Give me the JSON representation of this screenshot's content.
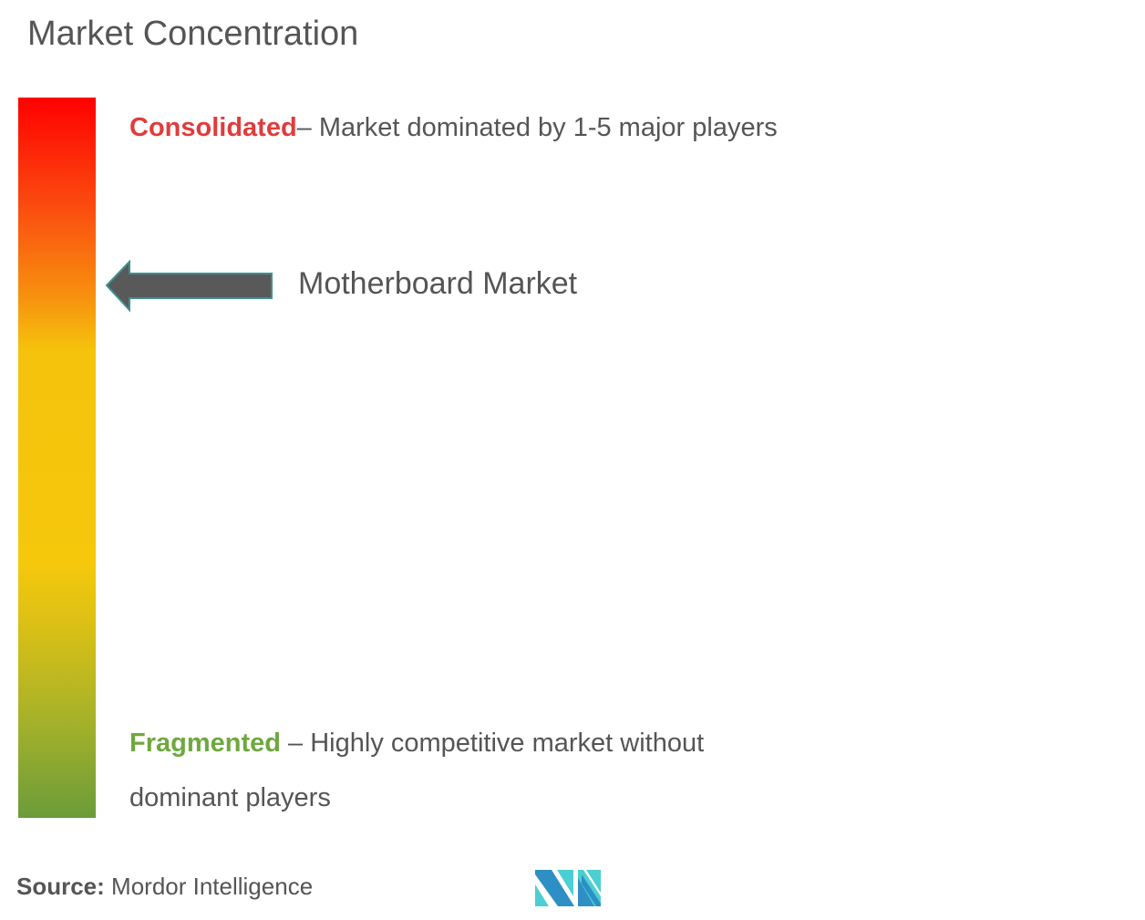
{
  "title": "Market Concentration",
  "scale": {
    "consolidated": {
      "label": "Consolidated",
      "description": "– Market dominated by 1-5 major players",
      "color": "#e03c3c"
    },
    "fragmented": {
      "label": "Fragmented",
      "description": " – Highly competitive market without dominant players",
      "color": "#6ea83f"
    }
  },
  "marker": {
    "label": "Motherboard Market",
    "icon": "arrow-left-icon"
  },
  "source": {
    "label": "Source:",
    "value": " Mordor Intelligence"
  },
  "logo": "Mordor Intelligence logo"
}
